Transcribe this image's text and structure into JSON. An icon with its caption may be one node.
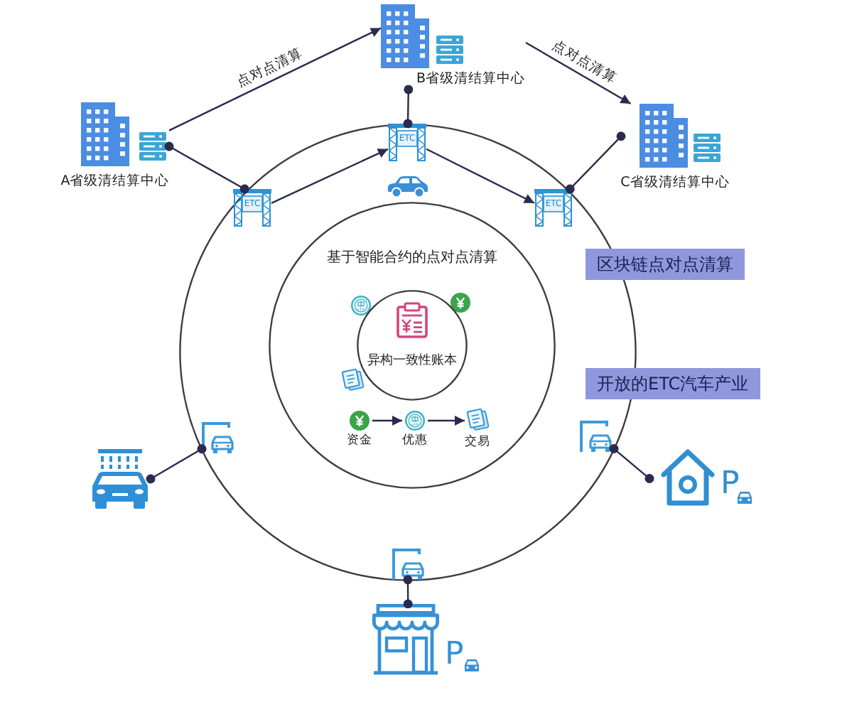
{
  "diagram": {
    "nodes": [
      {
        "text": [
          "A省级清结算中心"
        ]
      },
      {
        "text": [
          "B省级清结算中心"
        ]
      },
      {
        "text": [
          "C省级清结算中心"
        ]
      },
      {
        "text": [],
        "shape": "circle"
      },
      {
        "text": [
          "ETC"
        ],
        "in": 3
      },
      {
        "text": [
          "ETC"
        ],
        "in": 3
      },
      {
        "text": [
          "ETC"
        ],
        "in": 3
      },
      {
        "text": [
          "基于智能合约的点对点清算"
        ],
        "in": 3
      },
      {
        "text": [
          "异构一致性账本"
        ],
        "in": 7
      },
      {
        "text": [
          "区块链点对点清算"
        ]
      },
      {
        "text": [
          "开放的ETC汽车产业"
        ]
      },
      {
        "text": [
          "资金"
        ],
        "in": 7
      },
      {
        "text": [
          "优惠"
        ],
        "in": 7
      },
      {
        "text": [
          "交易"
        ],
        "in": 7
      },
      {
        "text": [],
        "shape": "picture",
        "in": 3
      },
      {
        "text": [],
        "shape": "picture",
        "in": 3
      },
      {
        "text": [],
        "shape": "picture"
      },
      {
        "text": [
          "P"
        ]
      },
      {
        "text": [],
        "shape": "picture",
        "in": 3
      },
      {
        "text": [
          "P"
        ]
      }
    ],
    "edges": [
      {
        "from": 0,
        "to": 1,
        "arrow": "to",
        "label": "点对点清算"
      },
      {
        "from": 1,
        "to": 2,
        "arrow": "to",
        "label": "点对点清算"
      },
      {
        "from": 0,
        "to": 4,
        "arrow": "other"
      },
      {
        "from": 1,
        "to": 5,
        "arrow": "other"
      },
      {
        "from": 2,
        "to": 6,
        "arrow": "other"
      },
      {
        "from": 4,
        "to": 5,
        "arrow": "to"
      },
      {
        "from": 5,
        "to": 6,
        "arrow": "to"
      },
      {
        "from": 16,
        "to": 14,
        "arrow": "other"
      },
      {
        "from": 19,
        "to": 18,
        "arrow": "other"
      },
      {
        "from": 17,
        "to": 15,
        "arrow": "other"
      },
      {
        "from": 11,
        "to": 12,
        "arrow": "to"
      },
      {
        "from": 12,
        "to": 13,
        "arrow": "to"
      }
    ]
  }
}
